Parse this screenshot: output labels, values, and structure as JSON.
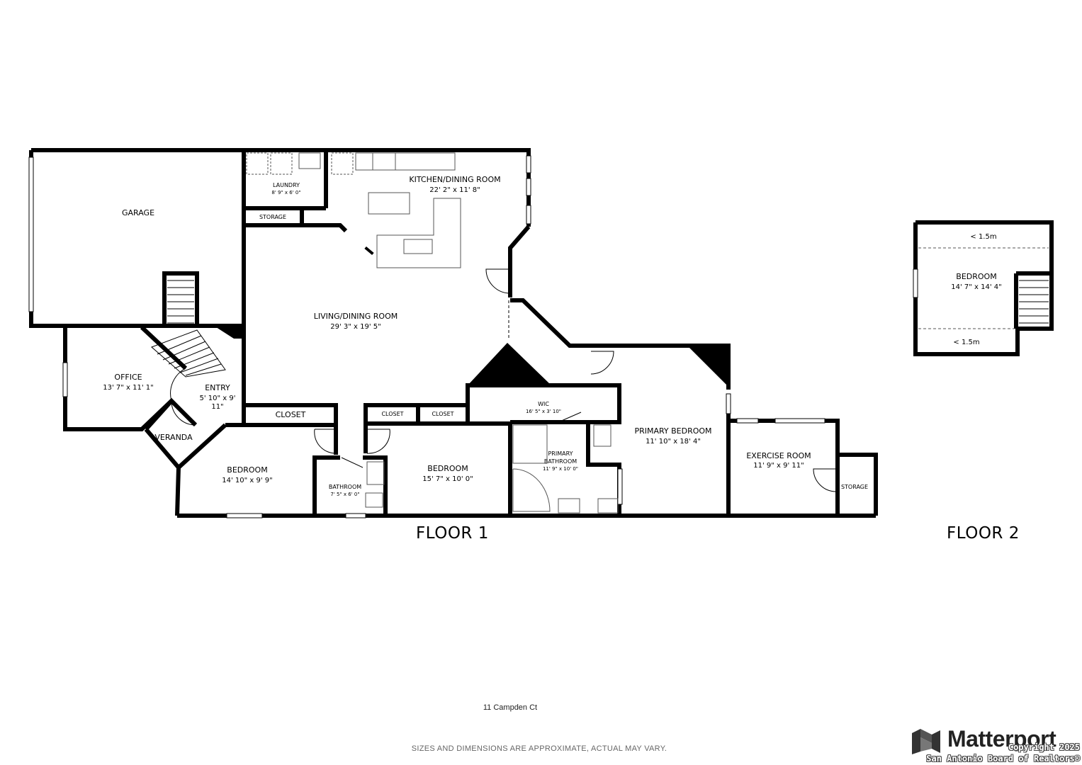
{
  "floors": [
    {
      "title": "FLOOR 1",
      "rooms": {
        "garage": {
          "name": "GARAGE"
        },
        "laundry": {
          "name": "LAUNDRY",
          "size": "8' 9\" x 6' 0\""
        },
        "storage_top": {
          "name": "STORAGE"
        },
        "kitchen": {
          "name": "KITCHEN/DINING ROOM",
          "size": "22' 2\" x 11' 8\""
        },
        "living": {
          "name": "LIVING/DINING ROOM",
          "size": "29' 3\" x 19' 5\""
        },
        "office": {
          "name": "OFFICE",
          "size": "13' 7\" x 11' 1\""
        },
        "entry": {
          "name": "ENTRY",
          "size_line1": "5' 10\" x 9'",
          "size_line2": "11\""
        },
        "veranda": {
          "name": "VERANDA"
        },
        "closet_left": {
          "name": "CLOSET"
        },
        "closet_mid_a": {
          "name": "CLOSET"
        },
        "closet_mid_b": {
          "name": "CLOSET"
        },
        "wic": {
          "name": "WIC",
          "size": "16' 5\" x 3' 10\""
        },
        "bedroom_left": {
          "name": "BEDROOM",
          "size": "14' 10\" x 9' 9\""
        },
        "bathroom": {
          "name": "BATHROOM",
          "size": "7' 5\" x 6' 0\""
        },
        "bedroom_mid": {
          "name": "BEDROOM",
          "size": "15' 7\" x 10' 0\""
        },
        "primary_bathroom": {
          "name_line1": "PRIMARY",
          "name_line2": "BATHROOM",
          "size": "11' 9\" x 10' 0\""
        },
        "primary_bedroom": {
          "name": "PRIMARY BEDROOM",
          "size": "11' 10\" x 18' 4\""
        },
        "exercise": {
          "name": "EXERCISE ROOM",
          "size": "11' 9\" x 9' 11\""
        },
        "storage_right": {
          "name": "STORAGE"
        }
      }
    },
    {
      "title": "FLOOR 2",
      "rooms": {
        "bedroom": {
          "name": "BEDROOM",
          "size": "14' 7\" x 14' 4\""
        },
        "low_ceiling_top": {
          "label": "< 1.5m"
        },
        "low_ceiling_bottom": {
          "label": "< 1.5m"
        }
      }
    }
  ],
  "address": "11 Campden Ct",
  "disclaimer": "SIZES AND DIMENSIONS ARE APPROXIMATE, ACTUAL MAY VARY.",
  "brand": {
    "name": "Matterport",
    "icon": "matterport-logo-icon"
  },
  "watermark": {
    "line1": "Copyright 2025",
    "line2": "San Antonio Board of Realtors®"
  },
  "colors": {
    "wall": "#000000",
    "background": "#ffffff",
    "fixture": "#555555"
  }
}
